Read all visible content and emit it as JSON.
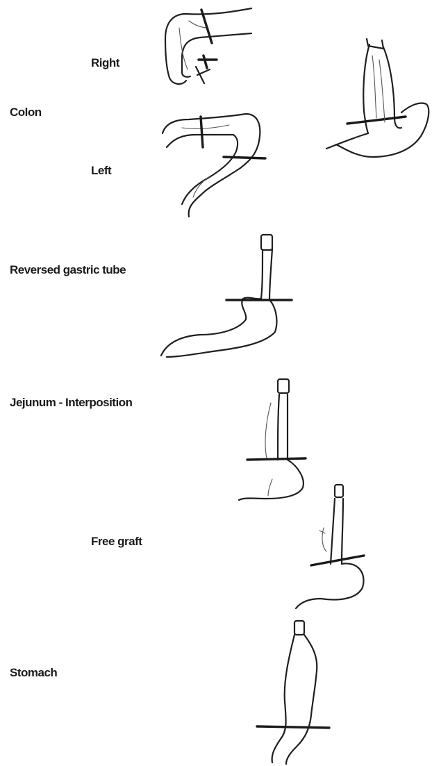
{
  "labels": {
    "colon": "Colon",
    "right": "Right",
    "left": "Left",
    "reversed_gastric_tube": "Reversed gastric tube",
    "jejunum_interposition": "Jejunum - Interposition",
    "free_graft": "Free graft",
    "stomach": "Stomach"
  }
}
